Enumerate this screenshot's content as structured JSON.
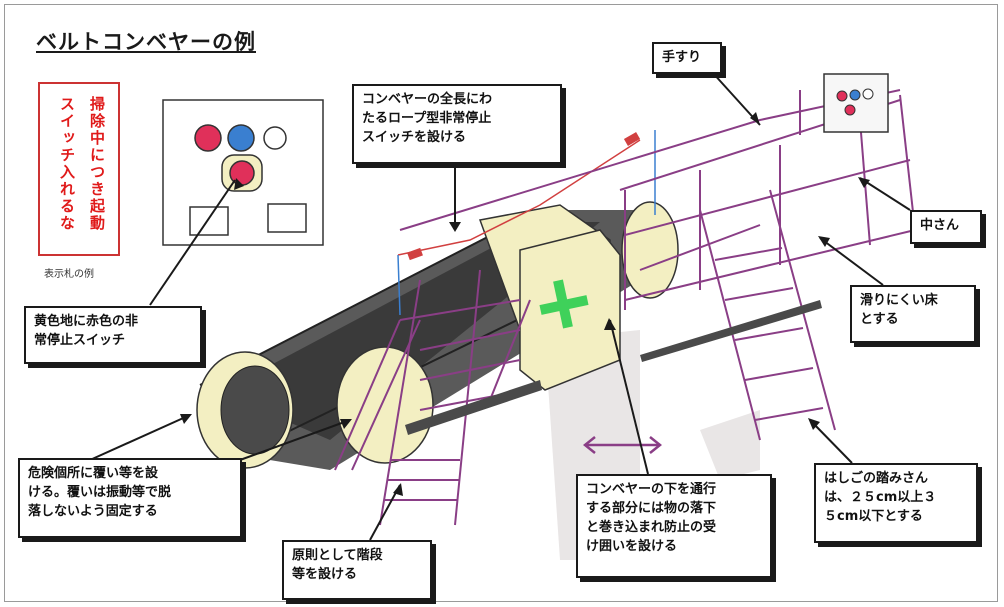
{
  "title": "ベルトコンベヤーの例",
  "sign": {
    "line1": "掃除中につき起動",
    "line2": "スイッチ入れるな",
    "caption": "表示札の例"
  },
  "callouts": {
    "handrail": "手すり",
    "rope_switch": "コンベヤーの全長にわ\nたるロープ型非常停止\nスイッチを設ける",
    "mid_rail": "中さん",
    "non_slip_floor": "滑りにくい床\nとする",
    "emergency_switch": "黄色地に赤色の非\n常停止スイッチ",
    "cover": "危険個所に覆い等を設\nける。覆いは振動等で脱\n落しないよう固定する",
    "stairs": "原則として階段\n等を設ける",
    "underpass": "コンベヤーの下を通行\nする部分には物の落下\nと巻き込まれ防止の受\nけ囲いを設ける",
    "ladder": "はしごの踏みさん\nは、２５cm以上３\n５cm以下とする"
  },
  "colors": {
    "sign_text": "#e01a1a",
    "rail": "#8a3e86",
    "cover": "#f3efc2",
    "belt": "#4a4a4a",
    "button_red": "#e0305a",
    "button_blue": "#3a7fd0",
    "cross_green": "#3fd15a"
  }
}
